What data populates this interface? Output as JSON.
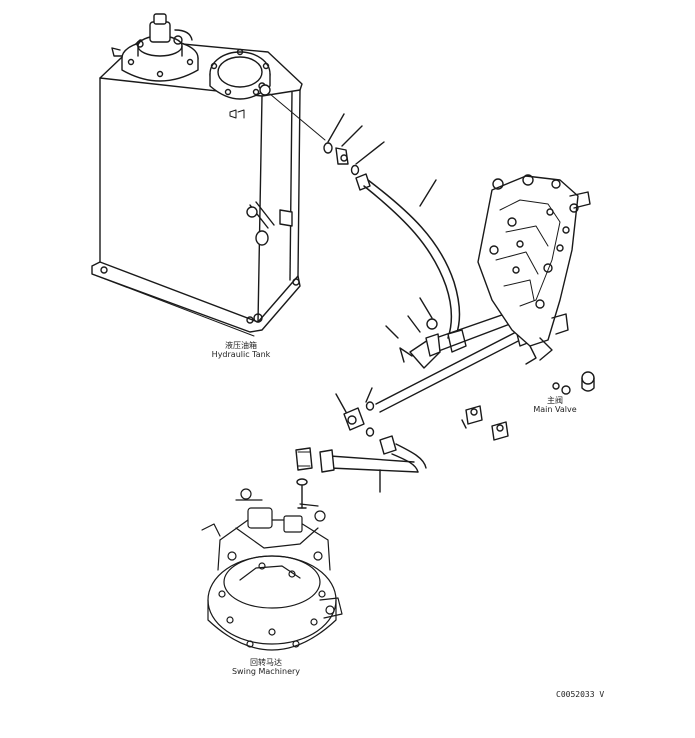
{
  "labels": {
    "tank_zh": "液压油箱",
    "tank_en": "Hydraulic Tank",
    "valve_zh": "主阀",
    "valve_en": "Main Valve",
    "swing_zh": "回转马达",
    "swing_en": "Swing Machinery",
    "ref_code": "C0052033 V"
  }
}
